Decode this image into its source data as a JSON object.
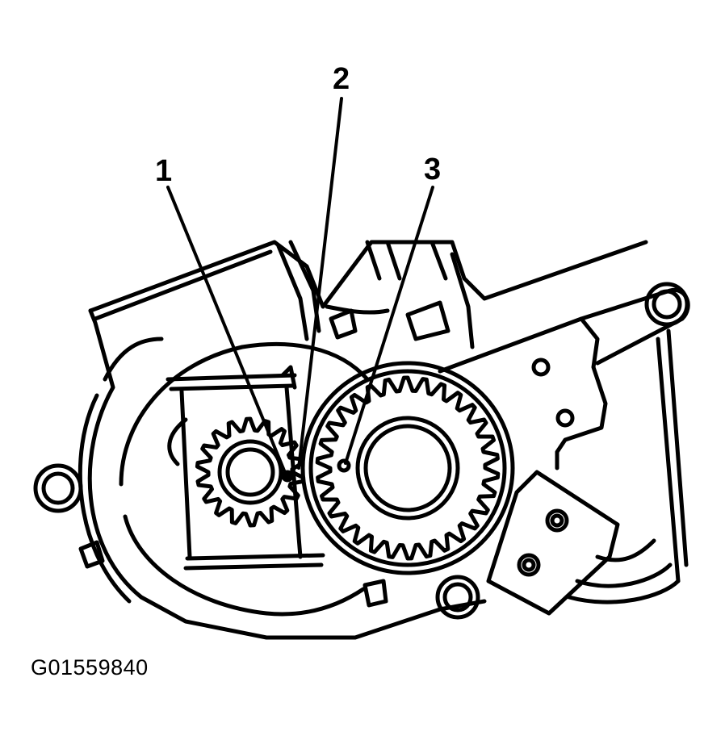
{
  "callouts": [
    {
      "id": "1",
      "label": "1"
    },
    {
      "id": "2",
      "label": "2"
    },
    {
      "id": "3",
      "label": "3"
    }
  ],
  "figure_id": "G01559840"
}
